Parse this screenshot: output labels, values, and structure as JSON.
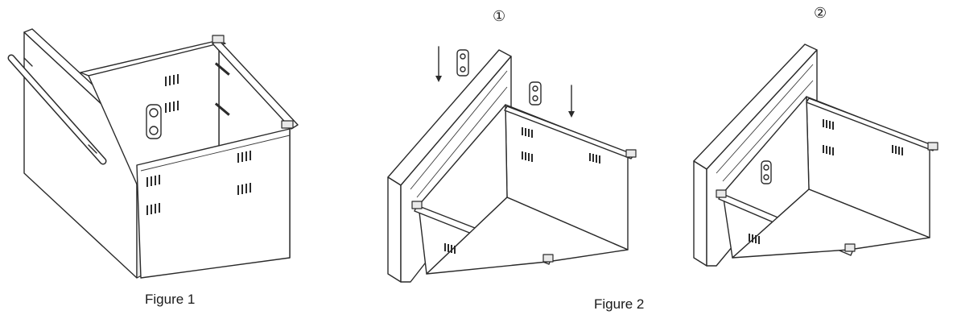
{
  "figures": [
    {
      "caption": "Figure 1"
    },
    {
      "caption": "Figure 2"
    }
  ],
  "steps": [
    {
      "marker": "①"
    },
    {
      "marker": "②"
    }
  ],
  "colors": {
    "line": "#2a2a2a",
    "background": "#ffffff"
  }
}
